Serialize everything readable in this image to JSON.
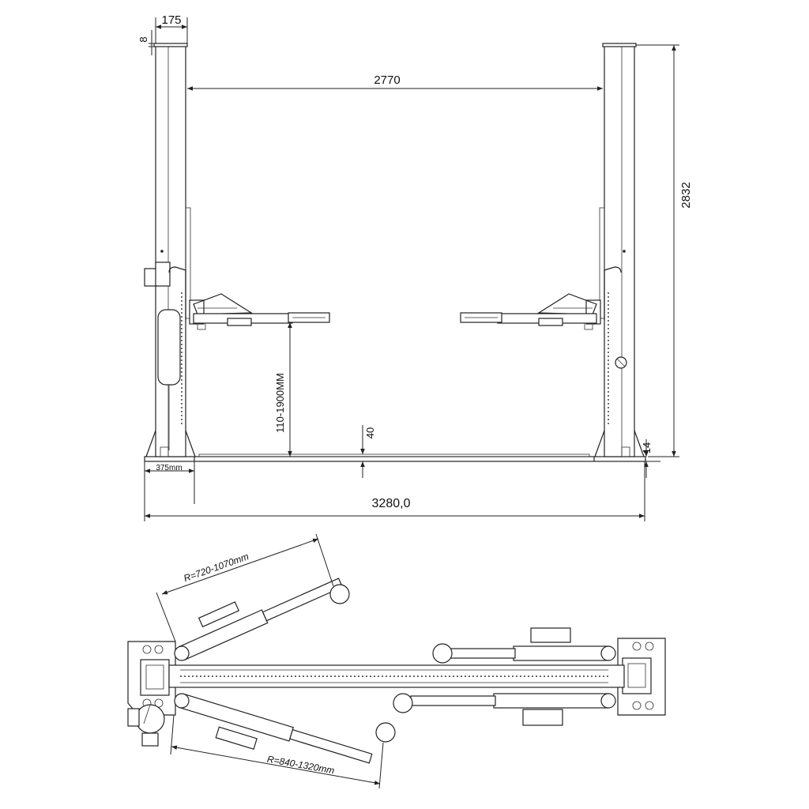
{
  "dimensions": {
    "column_width": "175",
    "cap_offset": "8",
    "inner_width": "2770",
    "overall_height": "2832",
    "lift_range": "110-1900MM",
    "floor_plate": "40",
    "base_plate": "14",
    "base_offset": "375mm",
    "overall_width": "3280,0"
  },
  "plan_view": {
    "short_arm_radius": "R=720-1070mm",
    "long_arm_radius": "R=840-1320mm"
  }
}
